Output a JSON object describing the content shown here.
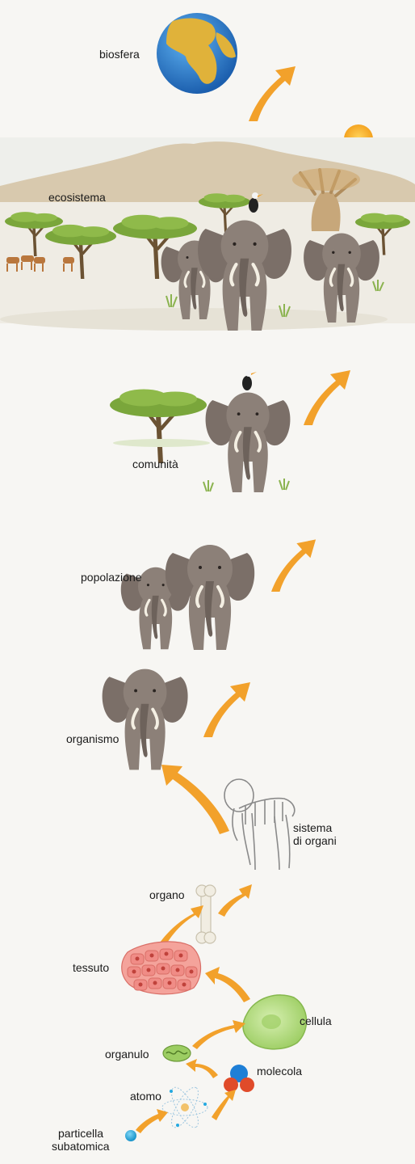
{
  "labels": {
    "biosfera": "biosfera",
    "ecosistema": "ecosistema",
    "comunita": "comunità",
    "popolazione": "popolazione",
    "organismo": "organismo",
    "sistema_di_organi": "sistema\ndi organi",
    "organo": "organo",
    "tessuto": "tessuto",
    "cellula": "cellula",
    "organulo": "organulo",
    "molecola": "molecola",
    "atomo": "atomo",
    "particella_subatomica": "particella\nsubatomica"
  },
  "colors": {
    "arrow": "#f2a12b",
    "elephant": "#8c8078",
    "elephant_dark": "#6d625b",
    "tree": "#7aa63b",
    "grass": "#9cc06a",
    "sky_haze": "#e9ebe6",
    "mountain": "#d5c6ad",
    "sun": "#f7b228",
    "ocean": "#2f7fd0",
    "land": "#e0b23a",
    "cell": "#b7db85",
    "tissue": "#f08c86",
    "bone": "#f1ede2",
    "molecule_red": "#e04b2a",
    "molecule_blue": "#1e7fd6",
    "particle": "#25a9e0"
  },
  "icons": [
    "globe-icon",
    "sun-icon",
    "elephant-icon",
    "tree-icon",
    "bird-icon",
    "skeleton-icon",
    "bone-icon",
    "tissue-icon",
    "cell-icon",
    "organelle-icon",
    "molecule-icon",
    "atom-icon",
    "particle-icon",
    "arrow-icon"
  ]
}
